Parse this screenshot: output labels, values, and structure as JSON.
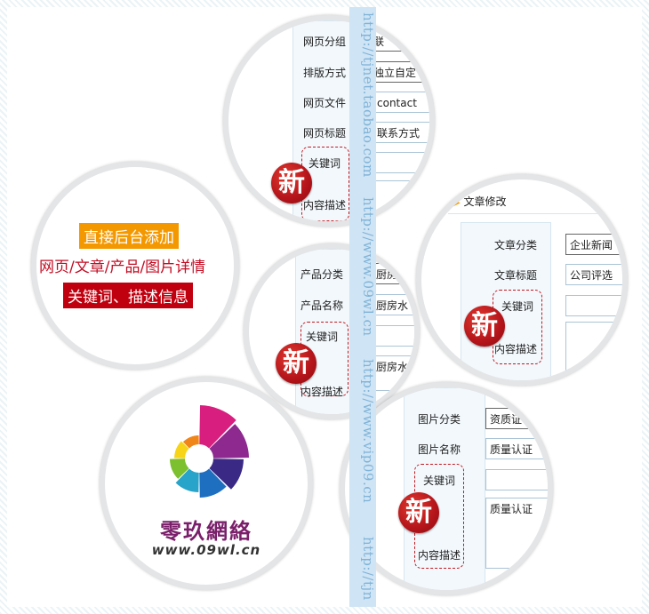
{
  "promo": {
    "line1": "直接后台添加",
    "line2": "网页/文章/产品/图片详情",
    "line3": "关键词、描述信息",
    "colors": {
      "orange": "#f39800",
      "red_text": "#c30d23",
      "dark_red": "#c0000f"
    }
  },
  "badge_text": "新",
  "page_form": {
    "group_label": "网页分组",
    "group_value": "联",
    "layout_label": "排版方式",
    "layout_value": "独立自定",
    "file_label": "网页文件",
    "file_value": "contact",
    "title_label": "网页标题",
    "title_value": "联系方式",
    "keywords_label": "关键词",
    "desc_label": "内容描述"
  },
  "article_form": {
    "header": "文章修改",
    "category_label": "文章分类",
    "category_value": "企业新闻",
    "title_label": "文章标题",
    "title_value": "公司评选",
    "keywords_label": "关键词",
    "desc_label": "内容描述"
  },
  "product_form": {
    "category_label": "产品分类",
    "category_value": "厨房",
    "name_label": "产品名称",
    "name_value": "厨房水",
    "keywords_label": "关键词",
    "desc_label": "内容描述",
    "desc_value": "厨房水"
  },
  "image_form": {
    "category_label": "图片分类",
    "category_value": "资质证",
    "name_label": "图片名称",
    "name_value": "质量认证",
    "keywords_label": "关键词",
    "desc_label": "内容描述",
    "desc_value": "质量认证"
  },
  "logo": {
    "name": "零玖網絡",
    "url": "www.09wl.cn",
    "petal_colors": [
      "#d81e7f",
      "#8e2a8f",
      "#3a2a85",
      "#1f6fc1",
      "#28a3c9",
      "#7cbf2f",
      "#f7d417",
      "#f08519"
    ]
  },
  "watermark": {
    "url1": "http://tjnet.taobao.com",
    "url2": "http://www.09wl.cn",
    "url3": "http://www.vip09.cn",
    "url4": "http://tjn"
  }
}
